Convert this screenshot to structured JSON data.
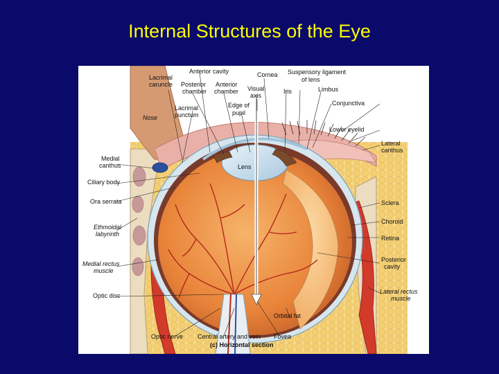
{
  "title": "Internal Structures of the Eye",
  "labels": {
    "anterior_cavity": "Anterior cavity",
    "cornea": "Cornea",
    "suspensory_ligament": "Suspensory ligament",
    "of_lens": "of lens",
    "lacrimal": "Lacrimal",
    "caruncle": "caruncle",
    "posterior": "Posterior",
    "chamber_1": "chamber",
    "anterior": "Anterior",
    "chamber_2": "chamber",
    "visual": "Visual",
    "axis": "axis",
    "iris": "Iris",
    "limbus": "Limbus",
    "lacrimal_2": "Lacrimal",
    "punctum": "punctum",
    "edge_of": "Edge of",
    "pupil": "pupil",
    "conjunctiva": "Conjunctiva",
    "nose": "Nose",
    "lower_eyelid": "Lower eyelid",
    "lateral": "Lateral",
    "canthus_r": "canthus",
    "medial": "Medial",
    "canthus_l": "canthus",
    "lens": "Lens",
    "ciliary_body": "Ciliary body",
    "ora_serrata": "Ora serrata",
    "sclera": "Sclera",
    "ethmoidal": "Ethmoidal",
    "labyrinth": "labyrinth",
    "choroid": "Choroid",
    "retina": "Retina",
    "medial_rectus": "Medial rectus",
    "muscle_l": "muscle",
    "posterior_2": "Posterior",
    "cavity": "cavity",
    "lateral_rectus": "Lateral rectus",
    "muscle_r": "muscle",
    "optic_disc": "Optic disc",
    "orbital_fat": "Orbital fat",
    "optic_nerve": "Optic nerve",
    "central_artery": "Central artery and vein",
    "fovea": "Fovea",
    "caption": "(c) Horizontal section"
  },
  "colors": {
    "background": "#0a0a6b",
    "title": "#ffff00",
    "eyeball": "#e8843a",
    "fat": "#f6d889",
    "muscle": "#d23a2a",
    "sclera": "#d6e6ef"
  }
}
